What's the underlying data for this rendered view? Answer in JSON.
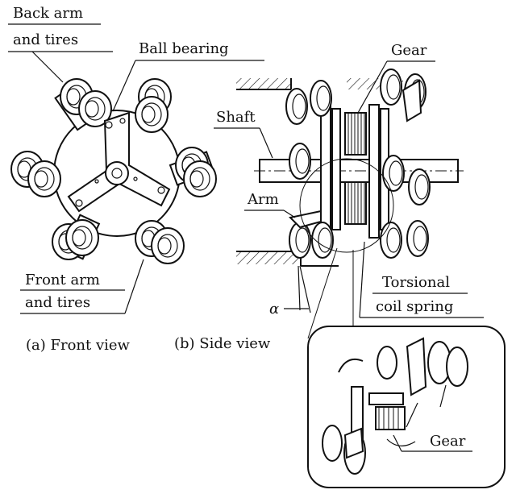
{
  "labels": {
    "back_arm_line1": "Back arm",
    "back_arm_line2": "and tires",
    "ball_bearing": "Ball bearing",
    "gear_top": "Gear",
    "shaft": "Shaft",
    "arm": "Arm",
    "front_arm_line1": "Front arm",
    "front_arm_line2": "and tires",
    "torsional_line1": "Torsional",
    "torsional_line2": "coil spring",
    "alpha": "α",
    "gear_inset": "Gear"
  },
  "captions": {
    "front_view": "(a) Front view",
    "side_view": "(b) Side view"
  }
}
